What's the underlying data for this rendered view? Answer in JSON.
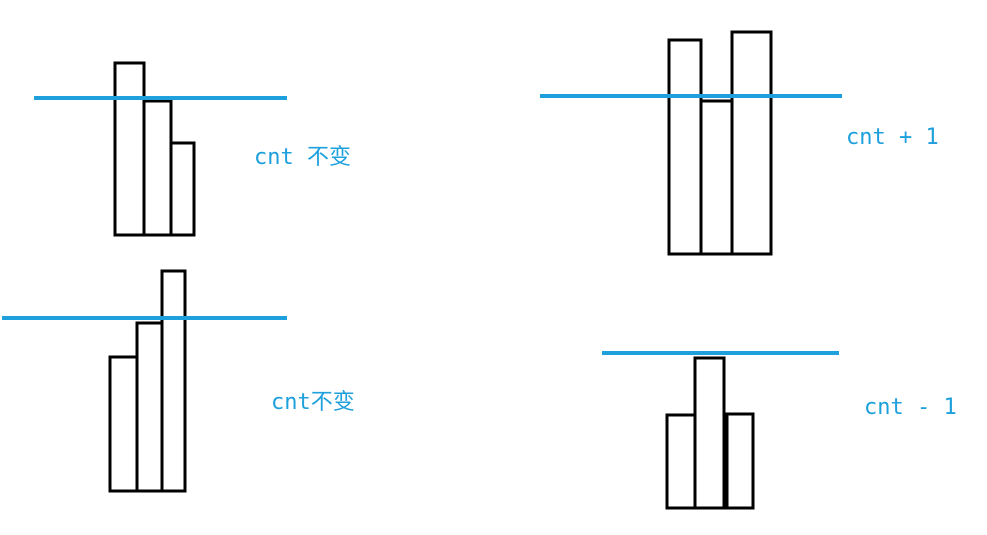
{
  "colors": {
    "level_line": "#1ea0dc",
    "label_text": "#1ea0dc",
    "bar_stroke": "#000000",
    "background": "#ffffff"
  },
  "panels": [
    {
      "id": "top-left",
      "bar_heights": [
        172,
        134,
        92
      ],
      "line_level": 137,
      "label": "cnt 不变"
    },
    {
      "id": "bottom-left",
      "bar_heights": [
        134,
        168,
        220
      ],
      "line_level": 173,
      "label": "cnt不变"
    },
    {
      "id": "top-right",
      "bar_heights": [
        214,
        153,
        222
      ],
      "line_level": 158,
      "label": "cnt + 1"
    },
    {
      "id": "bottom-right",
      "bar_heights": [
        93,
        150,
        94
      ],
      "line_level": 155,
      "label": "cnt - 1"
    }
  ]
}
